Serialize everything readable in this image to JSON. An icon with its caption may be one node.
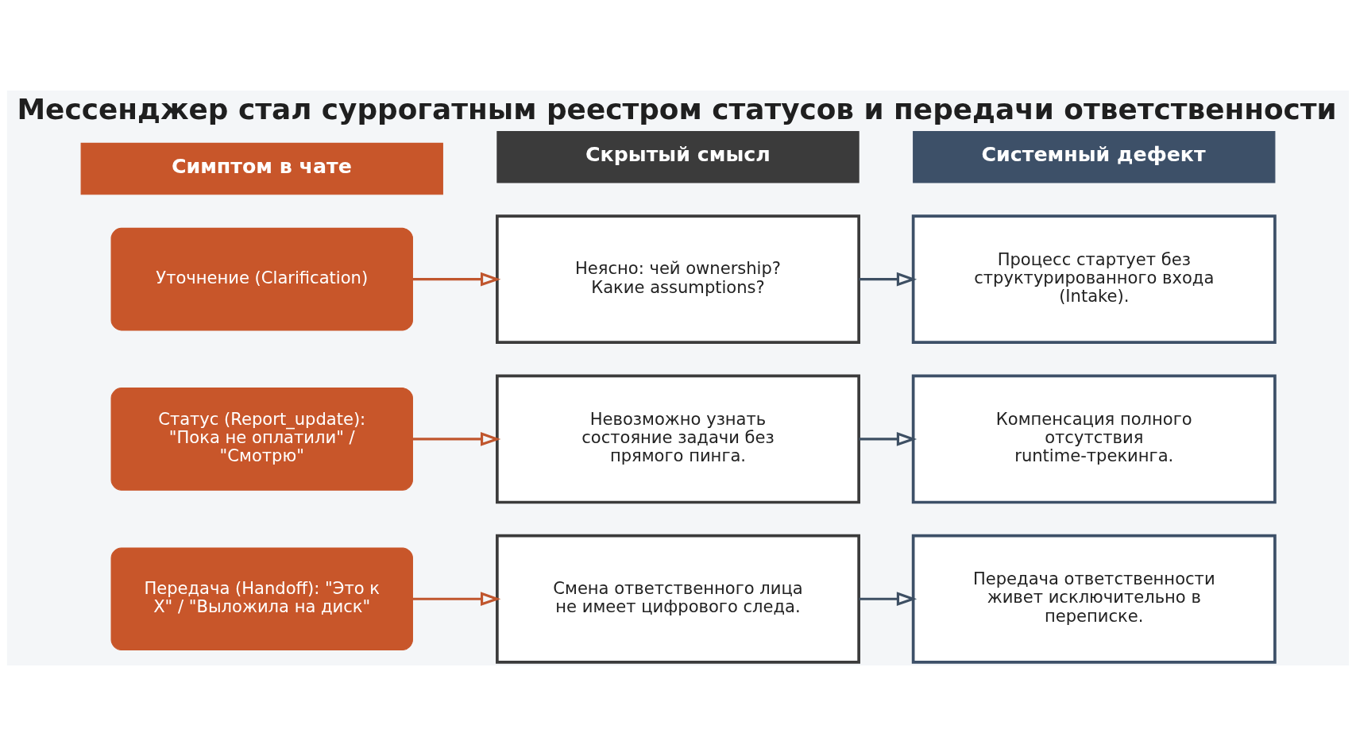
{
  "diagram": {
    "title": "Мессенджер стал суррогатным реестром статусов и передачи ответственности",
    "nodes": [
      {
        "text": [
          "Симптом в чате"
        ]
      },
      {
        "text": [
          "Скрытый смысл"
        ]
      },
      {
        "text": [
          "Системный дефект"
        ]
      },
      {
        "text": [
          "Уточнение (Clarification)"
        ]
      },
      {
        "text": [
          "Неясно: чей ownership? Какие assumptions?"
        ]
      },
      {
        "text": [
          "Процесс стартует без структурированного входа (Intake)."
        ]
      },
      {
        "text": [
          "Статус (Report_update): \"Пока не оплатили\" / \"Смотрю\""
        ]
      },
      {
        "text": [
          "Невозможно узнать состояние задачи без прямого пинга."
        ]
      },
      {
        "text": [
          "Компенсация полного отсутствия runtime-трекинга."
        ]
      },
      {
        "text": [
          "Передача (Handoff): \"Это к X\" / \"Выложила на диск\""
        ]
      },
      {
        "text": [
          "Смена ответственного лица не имеет цифрового следа."
        ]
      },
      {
        "text": [
          "Передача ответственности живет исключительно в переписке."
        ]
      }
    ],
    "edges": [
      {
        "from": 3,
        "to": 4,
        "arrow": "to",
        "color": "#c0562e"
      },
      {
        "from": 4,
        "to": 5,
        "arrow": "to",
        "color": "#3d4f63"
      },
      {
        "from": 6,
        "to": 7,
        "arrow": "to",
        "color": "#c0562e"
      },
      {
        "from": 7,
        "to": 8,
        "arrow": "to",
        "color": "#3d4f63"
      },
      {
        "from": 9,
        "to": 10,
        "arrow": "to",
        "color": "#c0562e"
      },
      {
        "from": 10,
        "to": 11,
        "arrow": "to",
        "color": "#3d4f63"
      }
    ]
  }
}
